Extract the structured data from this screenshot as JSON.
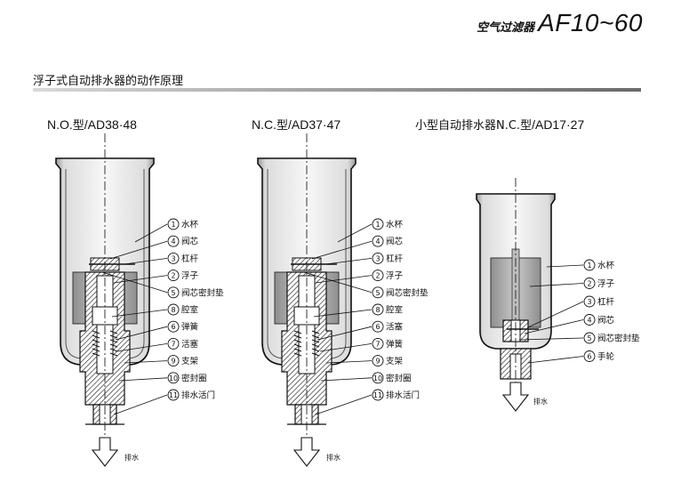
{
  "header": {
    "product_cn": "空气过滤器",
    "model": "AF10~60"
  },
  "section_title": "浮子式自动排水器的动作原理",
  "drain_label": "排水",
  "diagrams": [
    {
      "title_prefix": "N.O.",
      "title_cn": "型",
      "title_suffix": "/AD38·48",
      "callouts": [
        {
          "num": "1",
          "label": "水杯"
        },
        {
          "num": "4",
          "label": "阀芯"
        },
        {
          "num": "3",
          "label": "杠杆"
        },
        {
          "num": "2",
          "label": "浮子"
        },
        {
          "num": "5",
          "label": "阀芯密封垫"
        },
        {
          "num": "8",
          "label": "腔室"
        },
        {
          "num": "6",
          "label": "弹簧"
        },
        {
          "num": "7",
          "label": "活塞"
        },
        {
          "num": "9",
          "label": "支架"
        },
        {
          "num": "10",
          "label": "密封圈"
        },
        {
          "num": "11",
          "label": "排水活门"
        }
      ]
    },
    {
      "title_prefix": "N.C.",
      "title_cn": "型",
      "title_suffix": "/AD37·47",
      "callouts": [
        {
          "num": "1",
          "label": "水杯"
        },
        {
          "num": "4",
          "label": "阀芯"
        },
        {
          "num": "3",
          "label": "杠杆"
        },
        {
          "num": "2",
          "label": "浮子"
        },
        {
          "num": "5",
          "label": "阀芯密封垫"
        },
        {
          "num": "8",
          "label": "腔室"
        },
        {
          "num": "6",
          "label": "活塞"
        },
        {
          "num": "7",
          "label": "弹簧"
        },
        {
          "num": "9",
          "label": "支架"
        },
        {
          "num": "10",
          "label": "密封圈"
        },
        {
          "num": "11",
          "label": "排水活门"
        }
      ]
    },
    {
      "title_prefix": "小型自动排水器N.C.",
      "title_cn": "型",
      "title_suffix": "/AD17·27",
      "callouts": [
        {
          "num": "1",
          "label": "水杯"
        },
        {
          "num": "2",
          "label": "浮子"
        },
        {
          "num": "3",
          "label": "杠杆"
        },
        {
          "num": "4",
          "label": "阀芯"
        },
        {
          "num": "5",
          "label": "阀芯密封垫"
        },
        {
          "num": "6",
          "label": "手轮"
        }
      ]
    }
  ]
}
